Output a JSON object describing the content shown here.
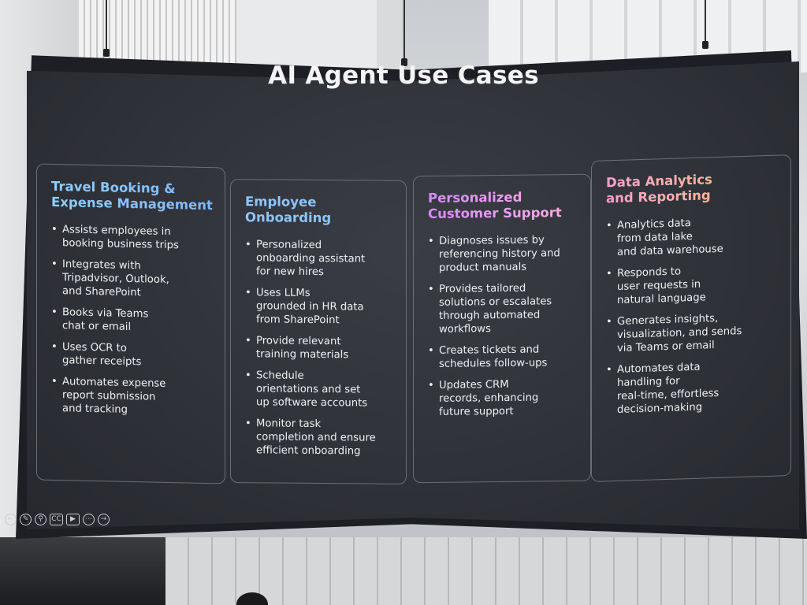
{
  "slide": {
    "title": "AI Agent Use Cases",
    "cards": [
      {
        "title": "Travel Booking &\nExpense Management",
        "bullets": [
          "Assists employees in\nbooking business trips",
          "Integrates with\nTripadvisor, Outlook,\nand SharePoint",
          "Books via Teams\nchat or email",
          "Uses OCR to\ngather receipts",
          "Automates expense\nreport submission\nand tracking"
        ]
      },
      {
        "title": "Employee\nOnboarding",
        "bullets": [
          "Personalized\nonboarding assistant\nfor new hires",
          "Uses LLMs\ngrounded in HR data\nfrom SharePoint",
          "Provide relevant\ntraining materials",
          "Schedule\norientations and set\nup software accounts",
          "Monitor task\ncompletion and ensure\nefficient onboarding"
        ]
      },
      {
        "title": "Personalized\nCustomer Support",
        "bullets": [
          "Diagnoses issues by\nreferencing history and\nproduct manuals",
          "Provides tailored\nsolutions or escalates\nthrough automated\nworkflows",
          "Creates tickets and\nschedules follow-ups",
          "Updates CRM\nrecords, enhancing\nfuture support"
        ]
      },
      {
        "title": "Data Analytics\nand Reporting",
        "bullets": [
          "Analytics data\nfrom data lake\nand data warehouse",
          "Responds to\nuser requests in\nnatural language",
          "Generates insights,\nvisualization, and sends\nvia Teams or email",
          "Automates data\nhandling for\nreal-time, effortless\ndecision-making"
        ]
      }
    ]
  },
  "toolbar": {
    "icons": [
      "back-arrow-icon",
      "pen-icon",
      "zoom-icon",
      "captions-icon",
      "video-icon",
      "more-icon",
      "forward-arrow-icon"
    ],
    "captions_label": "CC"
  },
  "colors": {
    "slide_background": "#2f3138",
    "card_border": "#6b6e78",
    "title_text": "#f4f4f6",
    "card1_title": "#8fd0ff",
    "card2_title": "#8ec5ff",
    "card3_title": "#d88bff",
    "card4_title": "#ffc877"
  }
}
